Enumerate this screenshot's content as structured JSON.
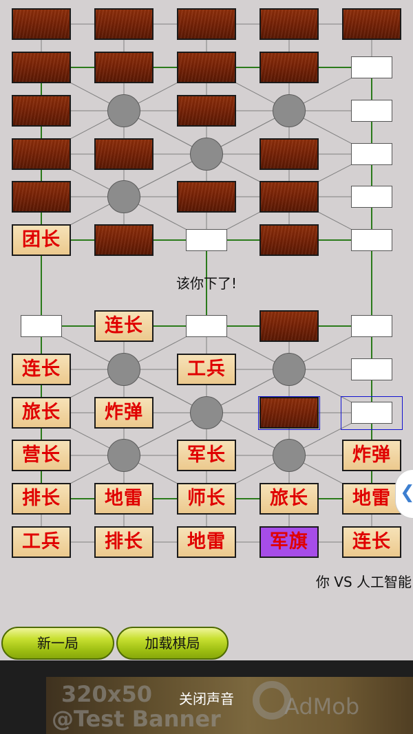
{
  "status_text": "该你下了!",
  "vs_text": "你 VS 人工智能",
  "buttons": {
    "new_game": "新一局",
    "load_game": "加载棋局"
  },
  "ad": {
    "size_label": "320x50",
    "test_label": "@Test Banner",
    "brand_label": "AdMob",
    "sound_label": "关闭声音"
  },
  "colors": {
    "board_bg": "#d4d0d1",
    "piece_text": "#e00000",
    "railway": "#2a7a1a",
    "road": "#808080",
    "flag_bg": "#a64de8",
    "selection": "#1010d0"
  },
  "icons": {
    "side_tab": "chevron-left-icon"
  },
  "board": {
    "opponent_rows": [
      [
        "hidden",
        "hidden",
        "hidden",
        "hidden",
        "hidden"
      ],
      [
        "hidden",
        "hidden",
        "hidden",
        "hidden",
        "empty"
      ],
      [
        "hidden",
        "camp",
        "hidden",
        "camp",
        "empty"
      ],
      [
        "hidden",
        "hidden",
        "camp",
        "hidden",
        "empty"
      ],
      [
        "hidden",
        "camp",
        "hidden",
        "hidden",
        "empty"
      ],
      [
        "团长",
        "hidden",
        "empty",
        "hidden",
        "empty"
      ]
    ],
    "player_rows": [
      [
        "empty",
        "连长",
        "empty",
        "hidden",
        "empty"
      ],
      [
        "连长",
        "camp",
        "工兵",
        "camp",
        "empty"
      ],
      [
        "旅长",
        "炸弹",
        "camp",
        "hidden",
        "empty"
      ],
      [
        "营长",
        "camp",
        "军长",
        "camp",
        "炸弹"
      ],
      [
        "排长",
        "地雷",
        "师长",
        "旅长",
        "地雷"
      ],
      [
        "工兵",
        "排长",
        "地雷",
        "军旗",
        "连长"
      ]
    ],
    "flag_label": "军旗"
  }
}
